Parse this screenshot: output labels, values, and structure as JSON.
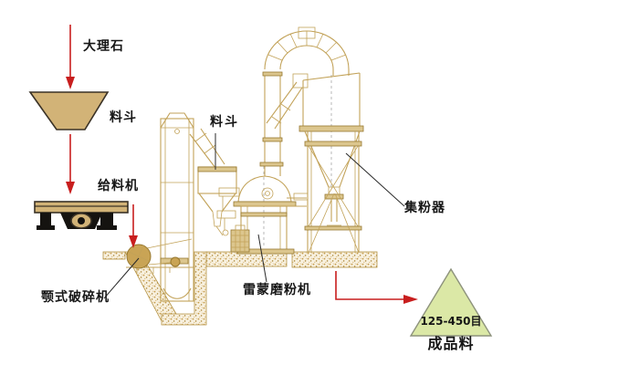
{
  "colors": {
    "red": "#c81e1e",
    "gold": "#c2a258",
    "gold-dark": "#97782f",
    "tan": "#d2b377",
    "tan-light": "#dcc68e",
    "green": "#dbe8a6",
    "ink": "#161616",
    "ground": "#b9954a"
  },
  "diagram": {
    "nodes": {
      "marble": {
        "label": "大理石"
      },
      "hopper_top": {
        "label": "料斗"
      },
      "feeder": {
        "label": "给料机"
      },
      "jaw_crusher": {
        "label": "颚式破碎机"
      },
      "mill_hopper": {
        "label": "料斗"
      },
      "raymond_mill": {
        "label": "雷蒙磨粉机"
      },
      "powder_collector": {
        "label": "集粉器"
      },
      "product": {
        "label": "成品料",
        "mesh": "125-450目"
      }
    },
    "flow_sequence": [
      "大理石",
      "料斗",
      "给料机",
      "颚式破碎机",
      "料斗",
      "雷蒙磨粉机",
      "集粉器",
      "成品料"
    ]
  }
}
